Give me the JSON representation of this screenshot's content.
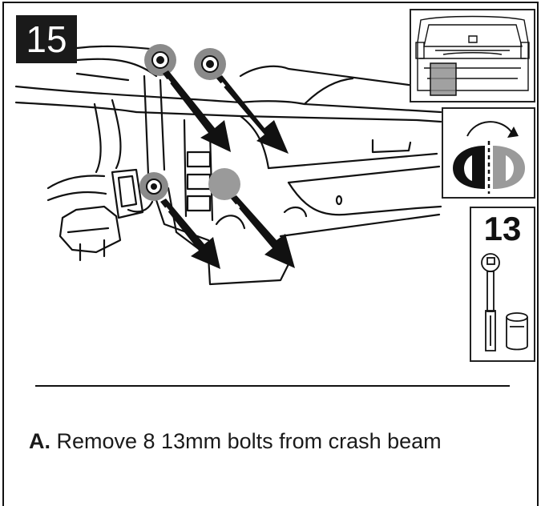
{
  "step": {
    "number": "15"
  },
  "tool": {
    "size": "13"
  },
  "instruction": {
    "letter": "A.",
    "text": " Remove 8 13mm bolts from crash beam"
  },
  "colors": {
    "ink": "#111111",
    "highlight_gray": "#888888",
    "badge_bg": "#1a1a1a"
  },
  "icons": [
    "bolt-icon",
    "arrow-icon",
    "rotate-counterclockwise-icon",
    "ratchet-wrench-icon",
    "socket-icon",
    "vehicle-location-icon"
  ]
}
